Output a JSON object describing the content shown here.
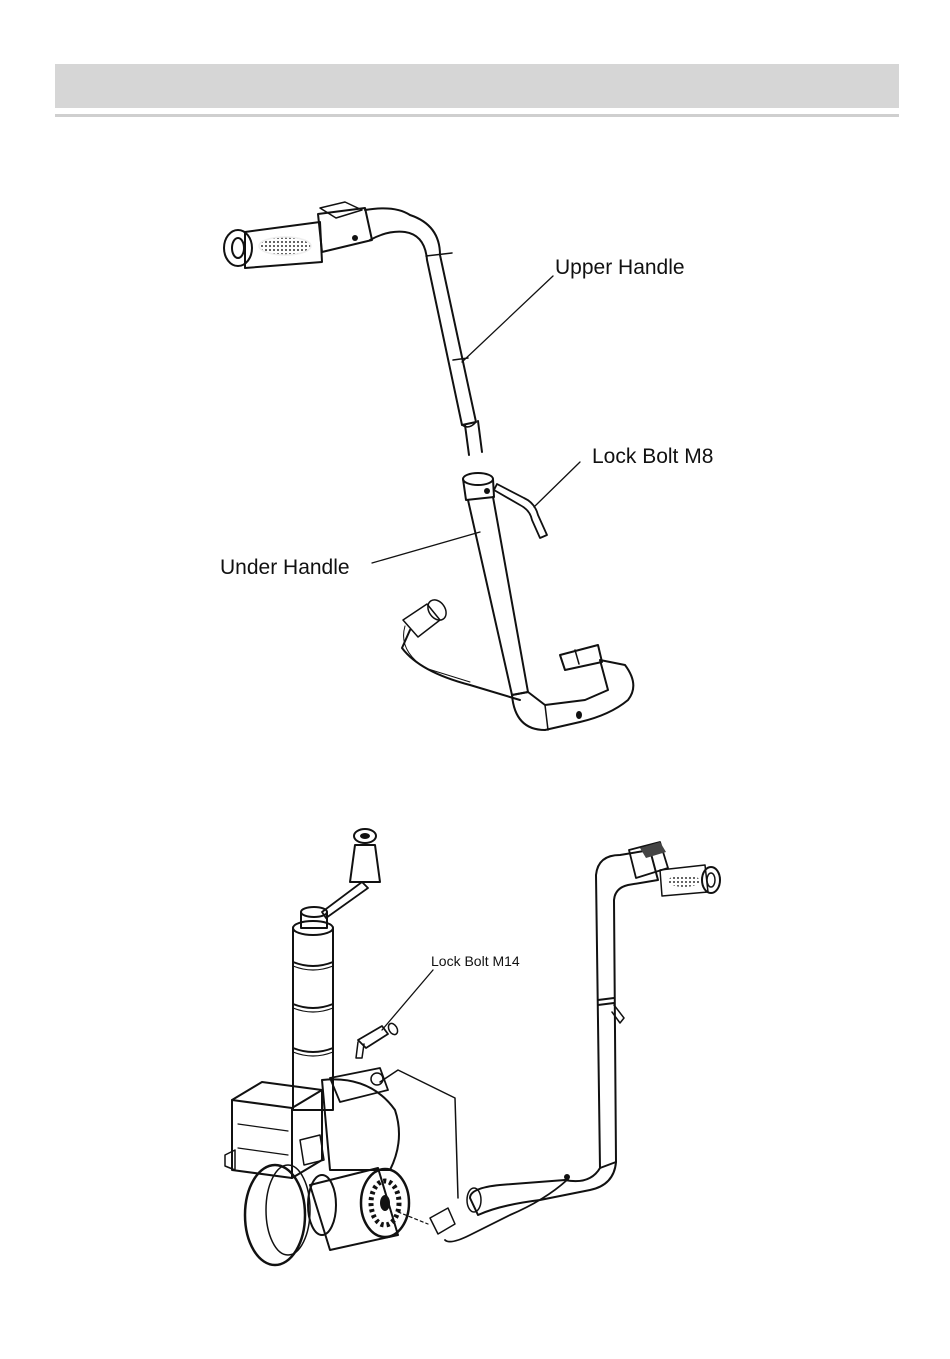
{
  "figure1": {
    "labels": {
      "upper_handle": "Upper Handle",
      "lock_bolt_m8": "Lock Bolt M8",
      "under_handle": "Under Handle"
    }
  },
  "figure2": {
    "labels": {
      "lock_bolt_m14": "Lock Bolt M14"
    }
  }
}
